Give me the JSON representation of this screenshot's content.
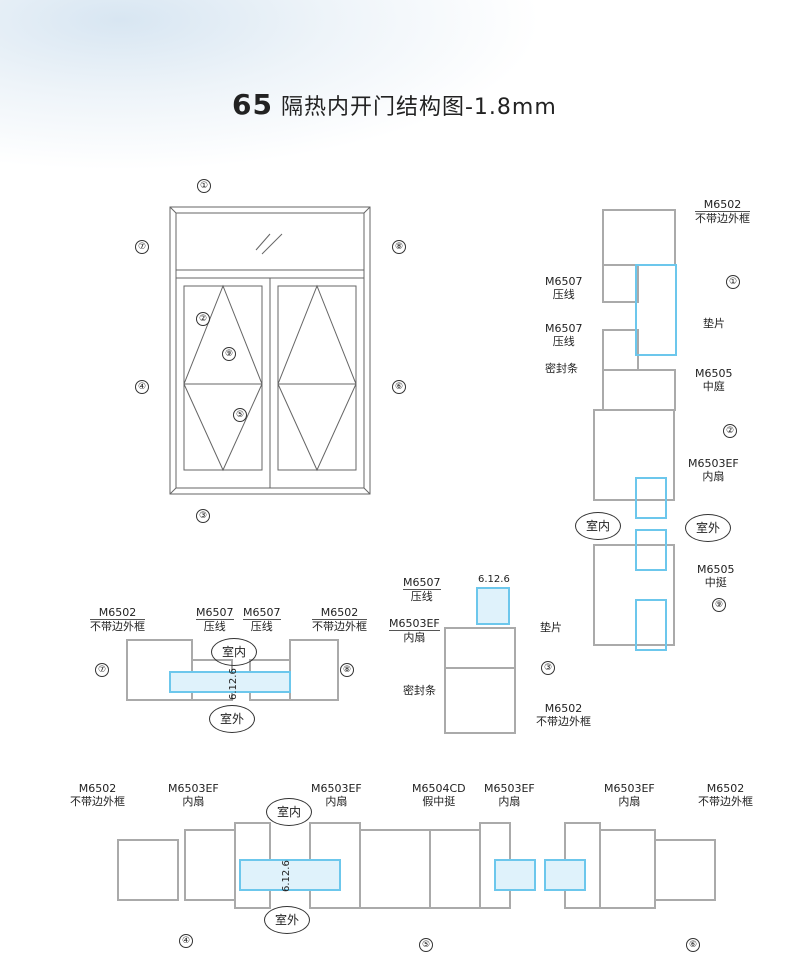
{
  "title": {
    "number": "65",
    "text": "隔热内开门结构图-1.8mm"
  },
  "elevation_markers": [
    "①",
    "②",
    "③",
    "④",
    "⑤",
    "⑥",
    "⑦",
    "⑧",
    "⑨"
  ],
  "section_vertical": {
    "callouts": [
      {
        "code": "M6502",
        "name": "不带边外框"
      },
      {
        "code": "M6507",
        "name": "压线"
      },
      {
        "code": "M6507",
        "name": "压线"
      },
      {
        "code": "",
        "name": "垫片"
      },
      {
        "code": "",
        "name": "密封条"
      },
      {
        "code": "M6505",
        "name": "中庭"
      },
      {
        "code": "M6503EF",
        "name": "内扇"
      },
      {
        "code": "M6505",
        "name": "中挺"
      }
    ],
    "markers": [
      "①",
      "②",
      "⑨"
    ],
    "indoor": "室内",
    "outdoor": "室外"
  },
  "section_left": {
    "callouts": [
      {
        "code": "M6502",
        "name": "不带边外框"
      },
      {
        "code": "M6507",
        "name": "压线"
      },
      {
        "code": "M6507",
        "name": "压线"
      },
      {
        "code": "M6502",
        "name": "不带边外框"
      }
    ],
    "markers": [
      "⑦",
      "⑧"
    ],
    "indoor": "室内",
    "outdoor": "室外",
    "dimension": "6.12.6"
  },
  "section_mid": {
    "callouts": [
      {
        "code": "M6507",
        "name": "压线"
      },
      {
        "code": "M6503EF",
        "name": "内扇"
      },
      {
        "code": "",
        "name": "垫片"
      },
      {
        "code": "",
        "name": "密封条"
      },
      {
        "code": "M6502",
        "name": "不带边外框"
      }
    ],
    "marker": "③",
    "dimension": "6.12.6"
  },
  "section_bottom": {
    "callouts": [
      {
        "code": "M6502",
        "name": "不带边外框"
      },
      {
        "code": "M6503EF",
        "name": "内扇"
      },
      {
        "code": "M6503EF",
        "name": "内扇"
      },
      {
        "code": "M6504CD",
        "name": "假中挺"
      },
      {
        "code": "M6503EF",
        "name": "内扇"
      },
      {
        "code": "M6503EF",
        "name": "内扇"
      },
      {
        "code": "M6502",
        "name": "不带边外框"
      }
    ],
    "markers": [
      "④",
      "⑤",
      "⑥"
    ],
    "indoor": "室内",
    "outdoor": "室外",
    "dimension": "6.12.6"
  }
}
